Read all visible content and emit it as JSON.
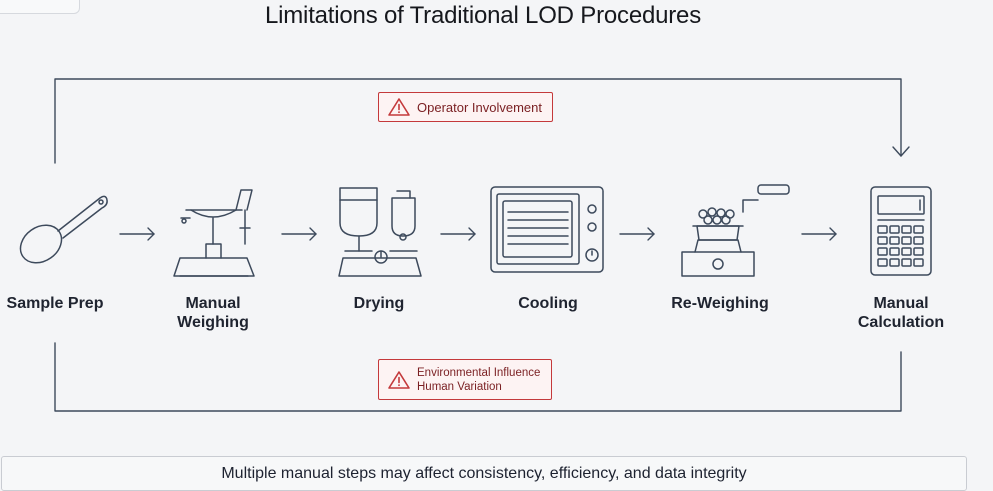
{
  "title": "Limitations of Traditional LOD Procedures",
  "steps": [
    {
      "label": "Sample Prep",
      "icon": "spoon-icon"
    },
    {
      "label": "Manual\nWeighing",
      "icon": "balance-scale-icon"
    },
    {
      "label": "Drying",
      "icon": "drying-apparatus-icon"
    },
    {
      "label": "Cooling",
      "icon": "oven-icon"
    },
    {
      "label": "Re-Weighing",
      "icon": "weighing-dish-icon"
    },
    {
      "label": "Manual\nCalculation",
      "icon": "calculator-icon"
    }
  ],
  "warnings": {
    "top": {
      "text": "Operator Involvement",
      "icon": "warning-triangle-icon"
    },
    "bottom": {
      "line1": "Environmental Influence",
      "line2": "Human Variation",
      "icon": "warning-triangle-icon"
    }
  },
  "footer": "Multiple manual steps may affect consistency, efficiency, and data integrity",
  "colors": {
    "stroke": "#3d4a5c",
    "warning": "#c4393b",
    "background": "#f4f5f7"
  }
}
